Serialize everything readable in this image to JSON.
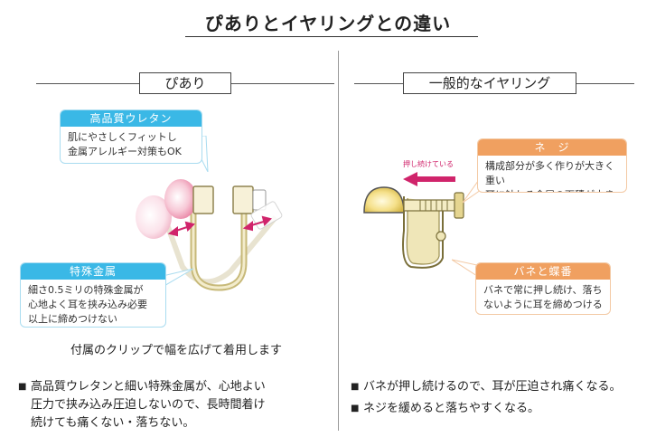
{
  "page": {
    "title": "ぴありとイヤリングとの違い"
  },
  "left": {
    "header": "ぴあり",
    "callout_top": {
      "title": "高品質ウレタン",
      "body": "肌にやさしくフィットし\n金属アレルギー対策もOK"
    },
    "callout_bottom": {
      "title": "特殊金属",
      "body": "細さ0.5ミリの特殊金属が\n心地よく耳を挟み込み必要\n以上に締めつけない"
    },
    "caption": "付属のクリップで幅を広げて着用します",
    "bullets": [
      {
        "lines": [
          "高品質ウレタンと細い特殊金属が、心地よい",
          "圧力で挟み込み圧迫しないので、長時間着け",
          "続けても痛くない・落ちない。"
        ]
      }
    ]
  },
  "right": {
    "header": "一般的なイヤリング",
    "push_label": "押し続けている",
    "callout_top": {
      "title": "ネ　ジ",
      "body": "構成部分が多く作りが大きく重い\n耳に触れる金属の面積が大きい"
    },
    "callout_bottom": {
      "title": "バネと蝶番",
      "body": "バネで常に押し続け、落ち\nないように耳を締めつける"
    },
    "bullets": [
      {
        "lines": [
          "バネが押し続けるので、耳が圧迫され痛くなる。"
        ]
      },
      {
        "lines": [
          "ネジを緩めると落ちやすくなる。"
        ]
      }
    ]
  },
  "colors": {
    "blue_header": "#3ab8e6",
    "orange_header": "#f0a060",
    "arrow_pink": "#d0246b"
  }
}
